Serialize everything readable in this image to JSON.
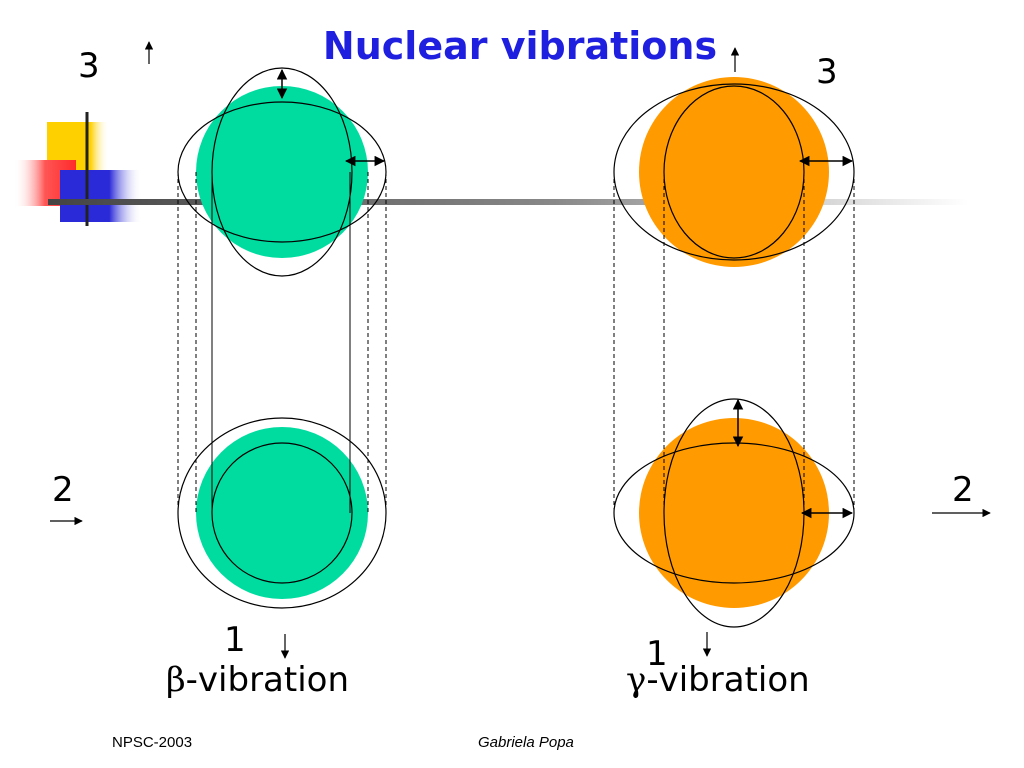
{
  "slide": {
    "title": "Nuclear vibrations",
    "axis_labels": {
      "left_top": "3",
      "right_top": "3",
      "left_side": "2",
      "right_side": "2",
      "beta_bottom": "1",
      "gamma_bottom": "1"
    },
    "captions": {
      "beta_symbol": "β",
      "beta_text": "-vibration",
      "gamma_symbol": "γ",
      "gamma_text": "-vibration"
    },
    "footer": {
      "left": "NPSC-2003",
      "center": "Gabriela Popa"
    }
  },
  "colors": {
    "title": "#1f1fe0",
    "beta_fill": "#00dca0",
    "gamma_fill": "#ff9a00",
    "deco_yellow": "#ffd200",
    "deco_red": "#ff3333",
    "deco_blue": "#2a2ad8"
  }
}
